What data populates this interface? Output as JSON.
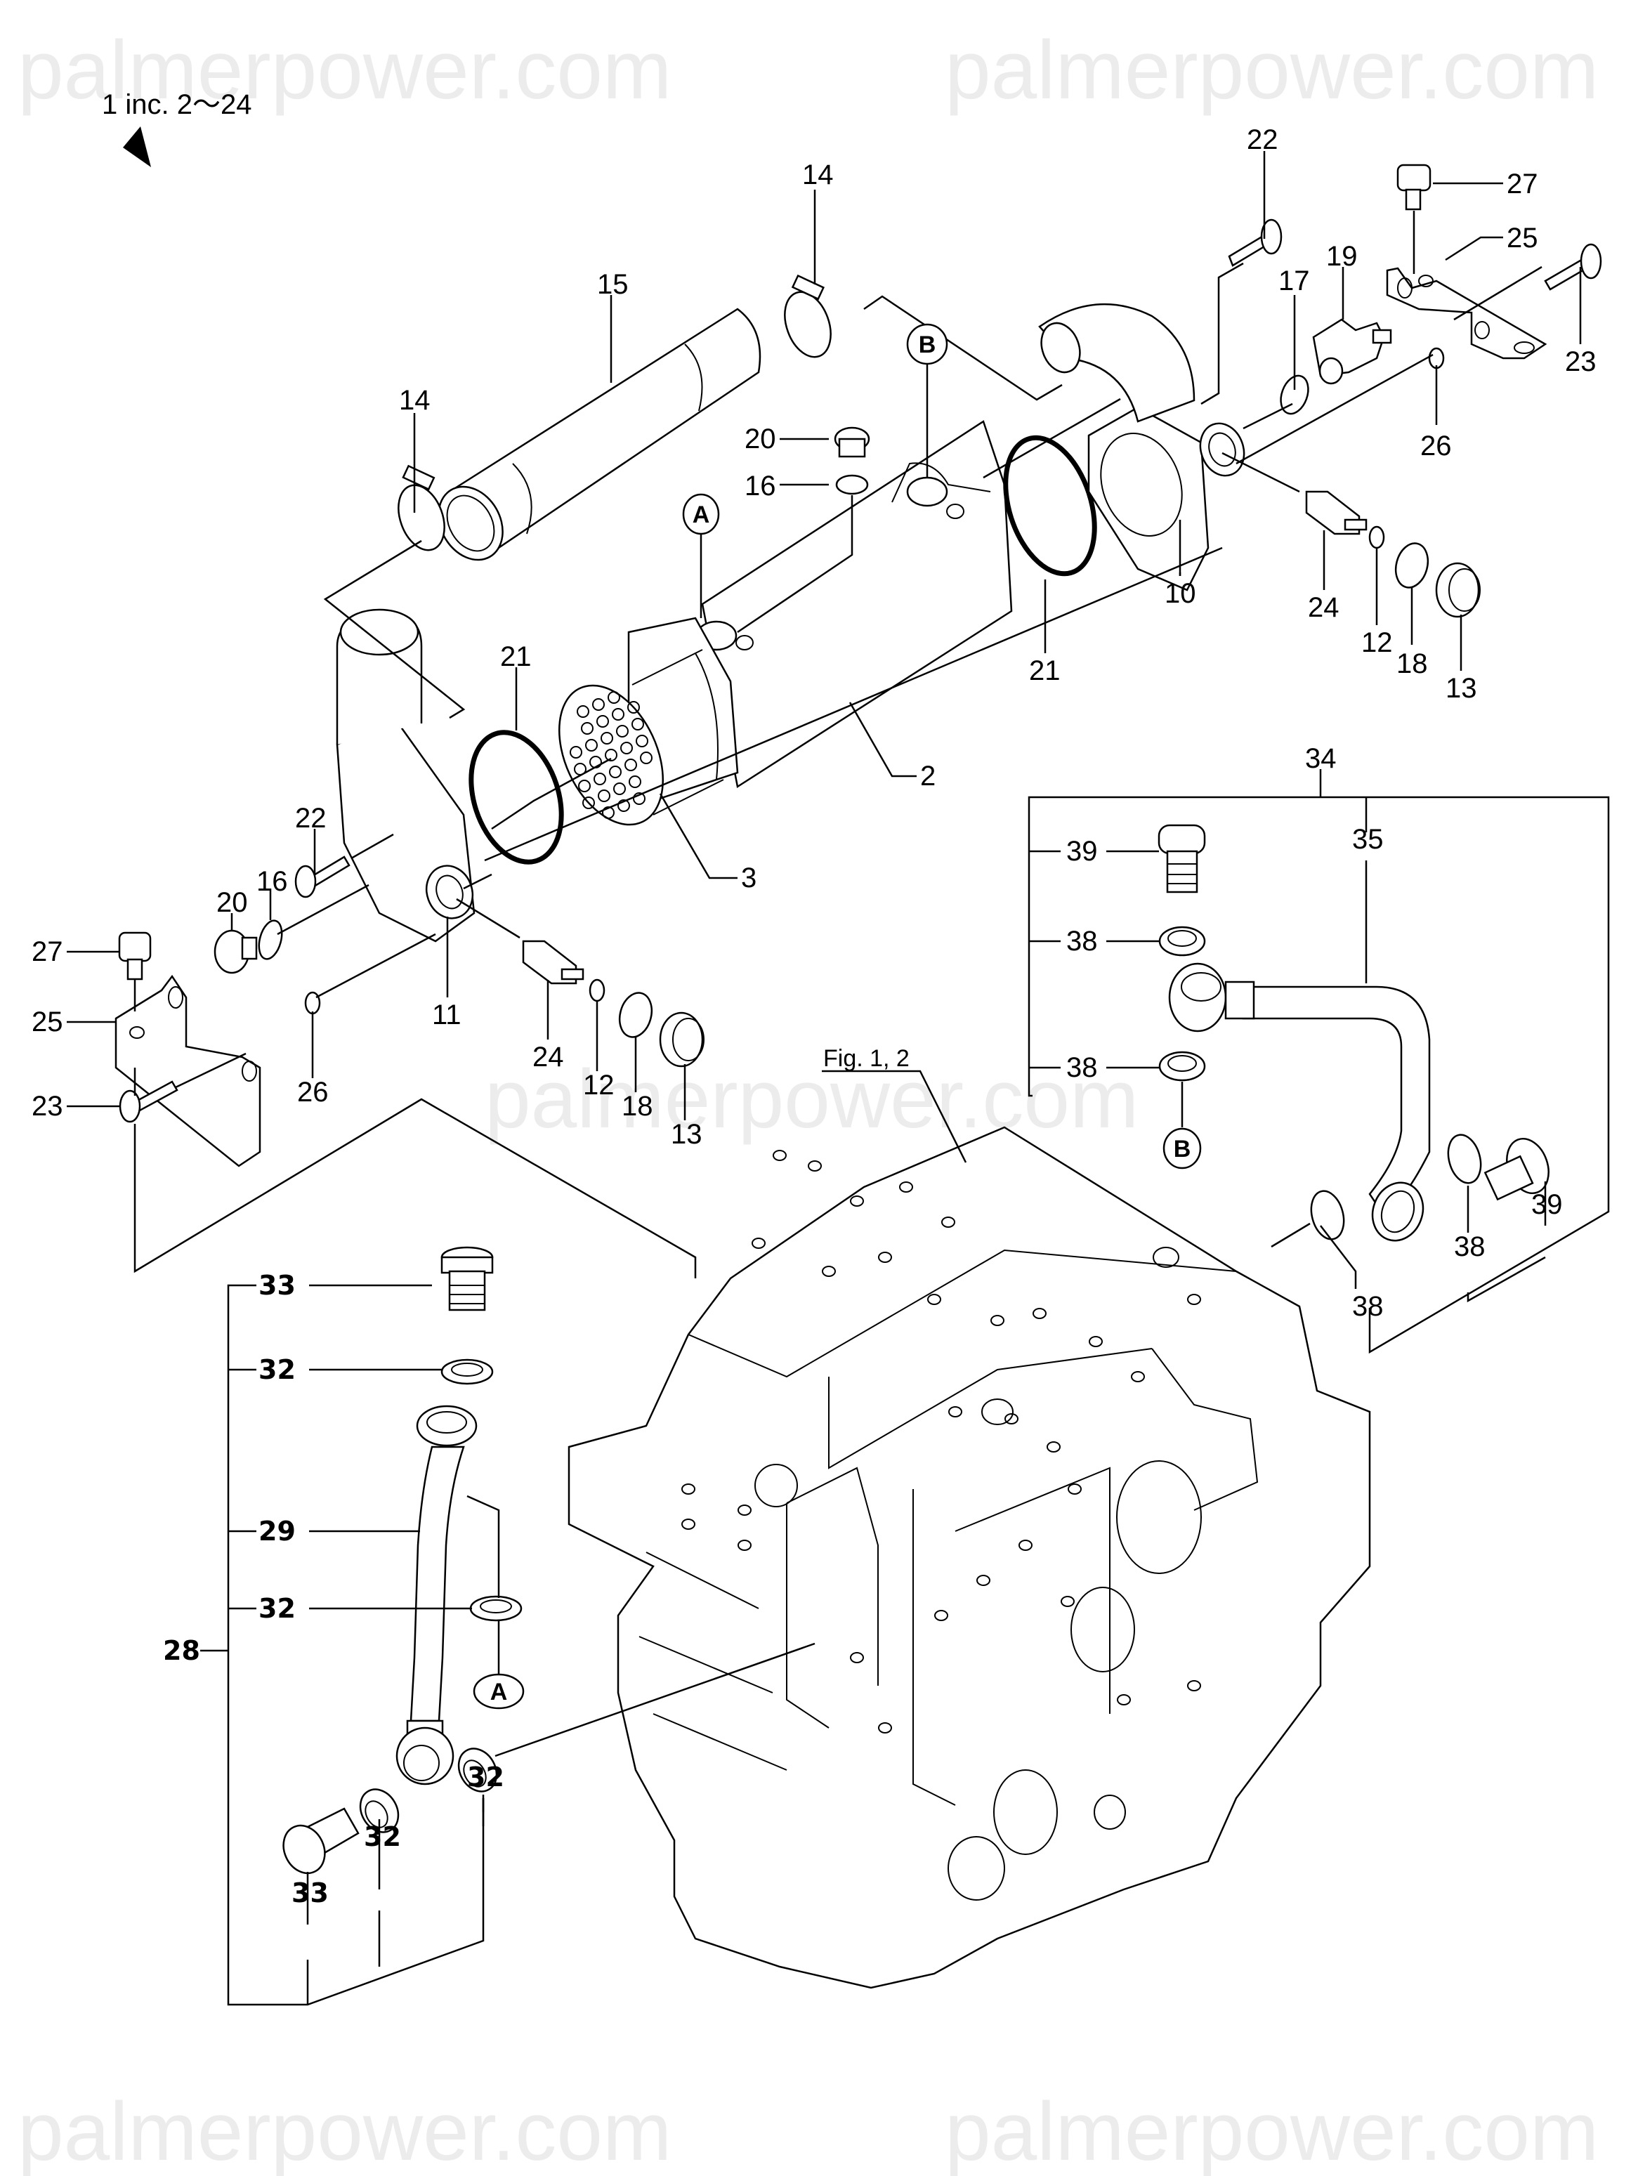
{
  "watermark": "palmerpower.com",
  "header": {
    "note": "1 inc. 2～24"
  },
  "figure_ref": "Fig. 1, 2",
  "reference_markers": {
    "a": "A",
    "b": "B"
  },
  "callouts": {
    "c14_top": "14",
    "c15": "15",
    "c14_left": "14",
    "c22_top": "22",
    "c27_top": "27",
    "c25_top": "25",
    "c19": "19",
    "c17": "17",
    "c23_top": "23",
    "c20_top": "20",
    "c16_top": "16",
    "c21_right": "21",
    "c10": "10",
    "c26_top": "26",
    "c24_top": "24",
    "c12_top": "12",
    "c18_top": "18",
    "c13_top": "13",
    "c21_left": "21",
    "c2": "2",
    "c3": "3",
    "c22_left": "22",
    "c20_left": "20",
    "c16_left": "16",
    "c27_left": "27",
    "c25_left": "25",
    "c23_left": "23",
    "c26_left": "26",
    "c11": "11",
    "c24_low": "24",
    "c12_low": "12",
    "c18_low": "18",
    "c13_low": "13",
    "c34": "34",
    "c35": "35",
    "c39_a": "39",
    "c38_a": "38",
    "c38_b": "38",
    "c39_b": "39",
    "c38_c": "38",
    "c38_d": "38",
    "c33_a": "33",
    "c32_a": "32",
    "c29": "29",
    "c32_b": "32",
    "c28": "28",
    "c32_c": "32",
    "c32_d": "32",
    "c33_b": "33"
  }
}
